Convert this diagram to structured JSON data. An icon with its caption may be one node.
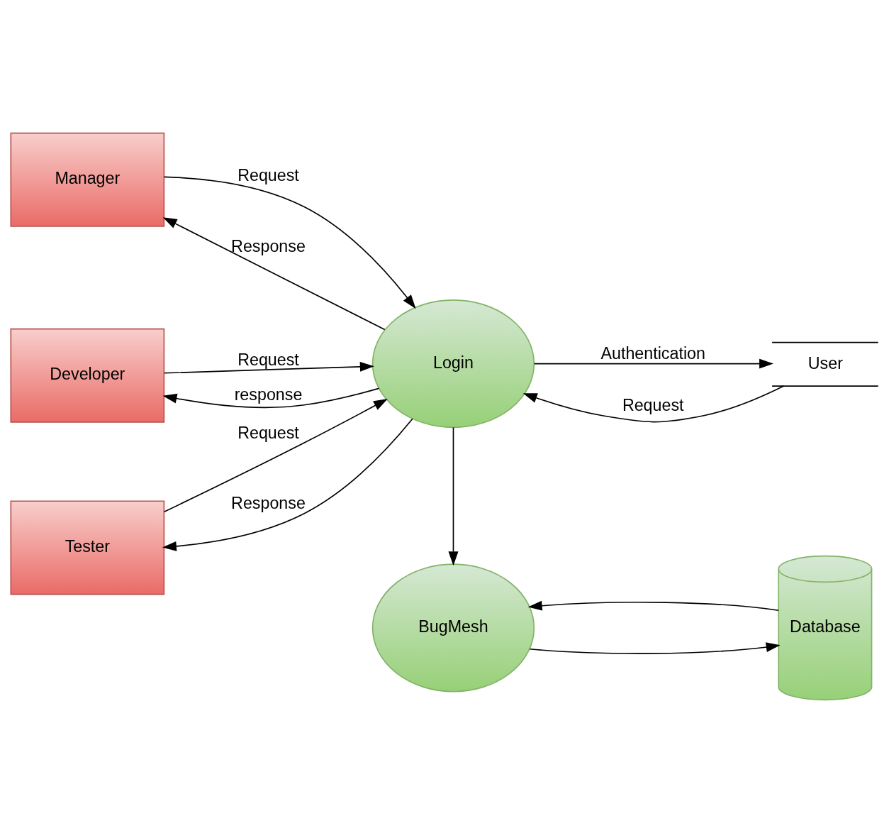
{
  "diagram": {
    "nodes": [
      {
        "text": [
          "Manager"
        ]
      },
      {
        "text": [
          "Login"
        ]
      },
      {
        "text": [
          "User"
        ]
      },
      {
        "text": [
          "Developer"
        ]
      },
      {
        "text": [
          "BugMesh"
        ]
      },
      {
        "text": [
          "Tester"
        ]
      },
      {
        "text": [
          "Database"
        ]
      }
    ],
    "edges": [
      {
        "from": 0,
        "to": 1,
        "arrow": "to",
        "label": "Request"
      },
      {
        "from": 1,
        "to": 0,
        "arrow": "to",
        "label": "Response"
      },
      {
        "from": 2,
        "to": 1,
        "arrow": "to",
        "label": "Request"
      },
      {
        "from": 1,
        "to": 2,
        "arrow": "to",
        "label": "Authentication"
      },
      {
        "from": 3,
        "to": 1,
        "arrow": "to",
        "label": "Request"
      },
      {
        "from": 1,
        "to": 3,
        "arrow": "to",
        "label": "response"
      },
      {
        "from": 5,
        "to": 1,
        "arrow": "to",
        "label": "Request"
      },
      {
        "from": 1,
        "to": 5,
        "arrow": "to",
        "label": "Response"
      },
      {
        "from": 1,
        "to": 4,
        "arrow": "to"
      },
      {
        "from": 4,
        "to": 6,
        "arrow": "to"
      },
      {
        "from": 6,
        "to": 4,
        "arrow": "to"
      }
    ]
  }
}
